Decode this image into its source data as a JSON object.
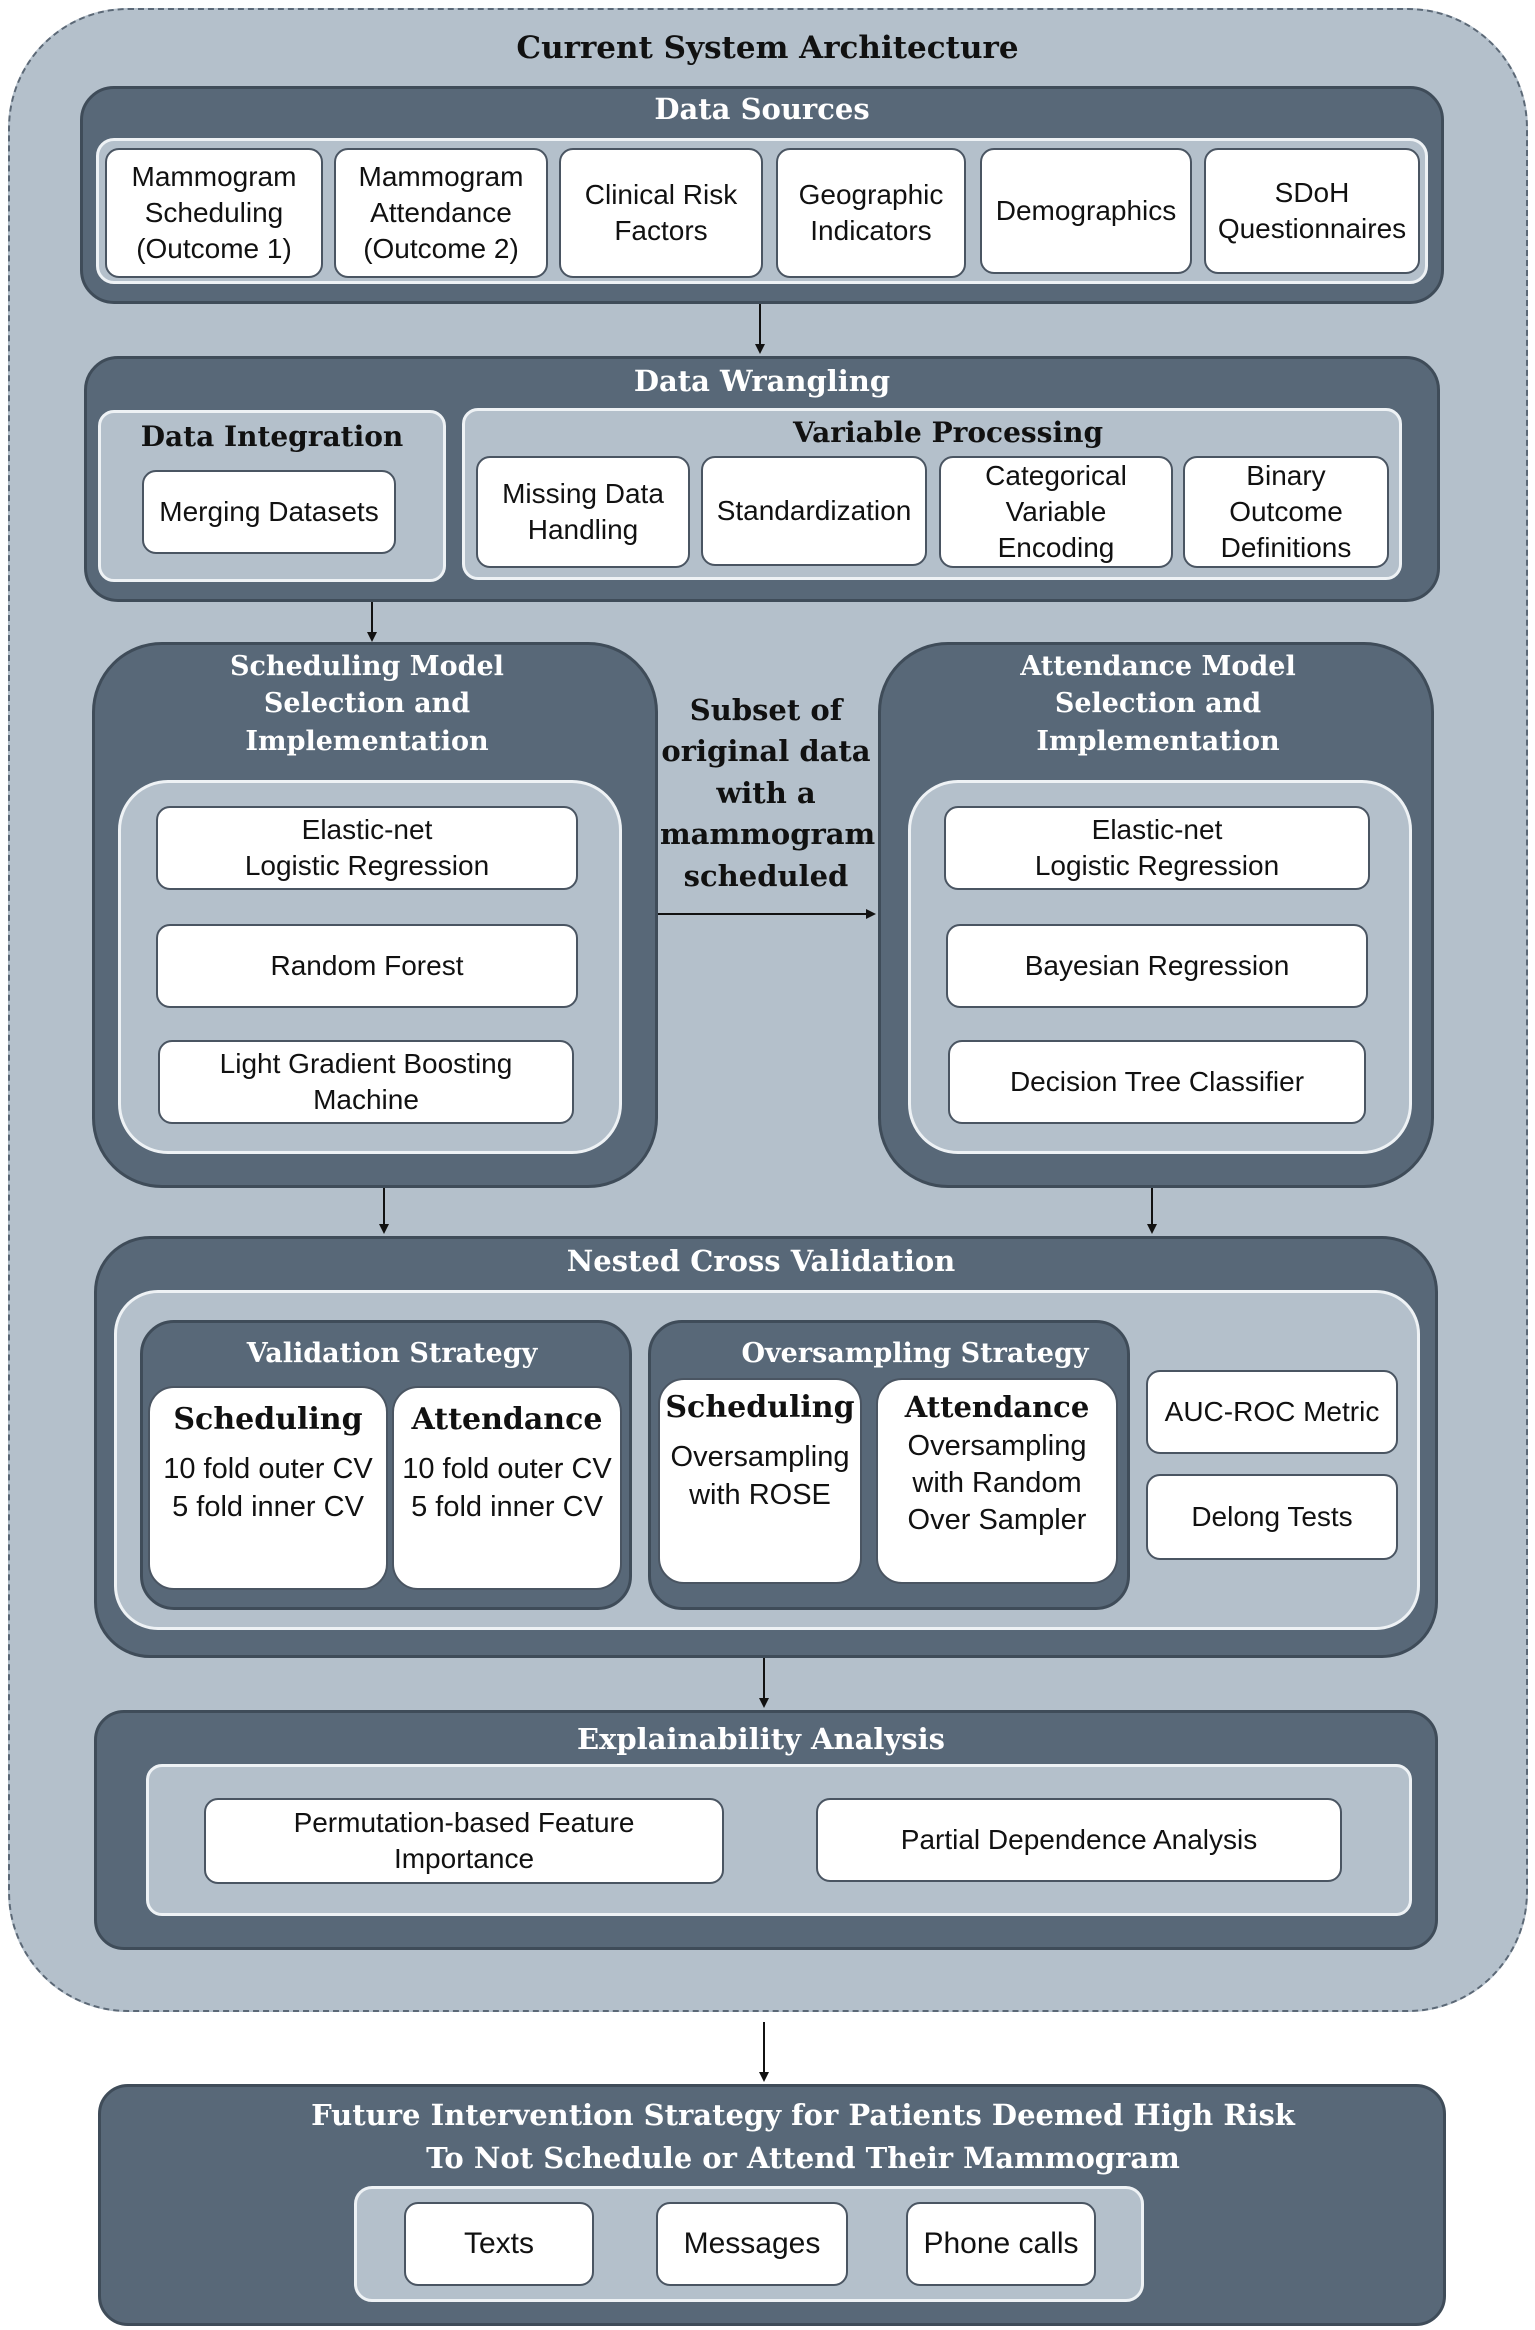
{
  "title": "Current System Architecture",
  "data_sources": {
    "title": "Data Sources",
    "items": [
      "Mammogram\nScheduling\n(Outcome 1)",
      "Mammogram\nAttendance\n(Outcome 2)",
      "Clinical Risk\nFactors",
      "Geographic\nIndicators",
      "Demographics",
      "SDoH\nQuestionnaires"
    ]
  },
  "data_wrangling": {
    "title": "Data Wrangling",
    "integration": {
      "title": "Data Integration",
      "item": "Merging Datasets"
    },
    "processing": {
      "title": "Variable Processing",
      "items": [
        "Missing Data\nHandling",
        "Standardization",
        "Categorical\nVariable\nEncoding",
        "Binary\nOutcome\nDefinitions"
      ]
    }
  },
  "scheduling_model": {
    "title": "Scheduling Model\nSelection and\nImplementation",
    "items": [
      "Elastic-net\nLogistic Regression",
      "Random Forest",
      "Light Gradient Boosting\nMachine"
    ]
  },
  "subset_label": "Subset of\noriginal data\nwith a\nmammogram\nscheduled",
  "attendance_model": {
    "title": "Attendance Model\nSelection and\nImplementation",
    "items": [
      "Elastic-net\nLogistic Regression",
      "Bayesian Regression",
      "Decision Tree Classifier"
    ]
  },
  "nested_cv": {
    "title": "Nested Cross Validation",
    "validation": {
      "title": "Validation Strategy",
      "scheduling": {
        "title": "Scheduling",
        "body": "10 fold outer CV\n5 fold inner CV"
      },
      "attendance": {
        "title": "Attendance",
        "body": "10 fold outer CV\n5 fold inner CV"
      }
    },
    "oversampling": {
      "title": "Oversampling Strategy",
      "scheduling": {
        "title": "Scheduling",
        "body": "Oversampling\nwith ROSE"
      },
      "attendance": {
        "title": "Attendance",
        "body": "Oversampling\nwith Random\nOver Sampler"
      }
    },
    "metrics": [
      "AUC-ROC Metric",
      "Delong Tests"
    ]
  },
  "explainability": {
    "title": "Explainability Analysis",
    "items": [
      "Permutation-based Feature\nImportance",
      "Partial Dependence Analysis"
    ]
  },
  "future": {
    "title": "Future Intervention Strategy for Patients Deemed High Risk\nTo Not Schedule or Attend Their Mammogram",
    "items": [
      "Texts",
      "Messages",
      "Phone calls"
    ]
  }
}
